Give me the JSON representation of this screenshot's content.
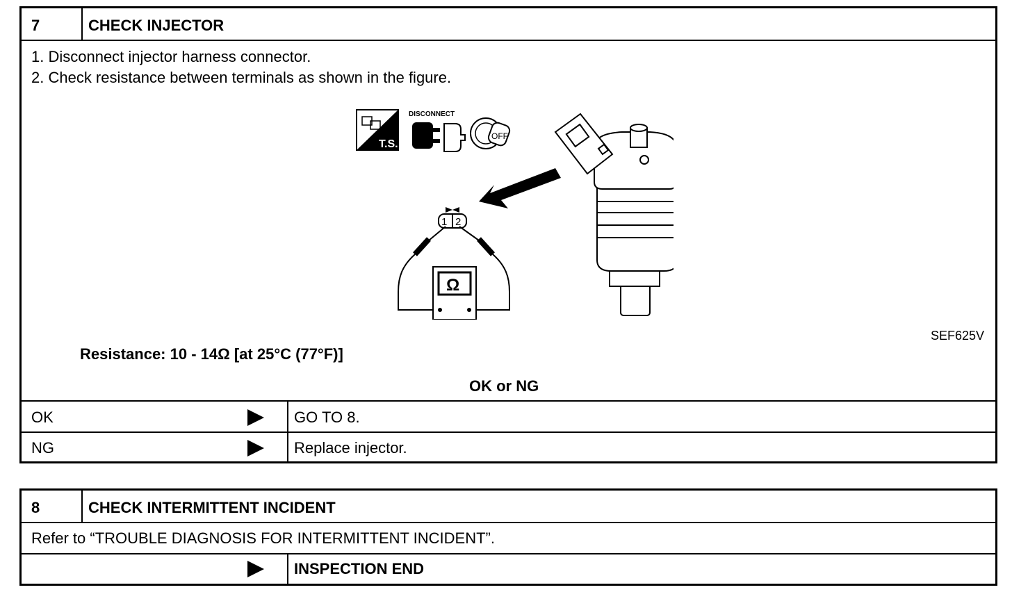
{
  "step7": {
    "number": "7",
    "title": "CHECK INJECTOR",
    "instructions": [
      "1. Disconnect injector harness connector.",
      "2. Check resistance between terminals as shown in the figure."
    ],
    "figure": {
      "code": "SEF625V",
      "ts_label": "T.S.",
      "disconnect_label": "DISCONNECT",
      "ignition_label": "OFF",
      "terminal_1": "1",
      "terminal_2": "2",
      "ohm_symbol": "Ω"
    },
    "spec": "Resistance: 10 - 14Ω [at 25°C (77°F)]",
    "question": "OK or NG",
    "results": [
      {
        "condition": "OK",
        "action": "GO TO 8."
      },
      {
        "condition": "NG",
        "action": "Replace injector."
      }
    ]
  },
  "step8": {
    "number": "8",
    "title": "CHECK INTERMITTENT INCIDENT",
    "instruction": "Refer to “TROUBLE DIAGNOSIS FOR INTERMITTENT INCIDENT”.",
    "result": {
      "condition": "",
      "action": "INSPECTION END"
    }
  }
}
